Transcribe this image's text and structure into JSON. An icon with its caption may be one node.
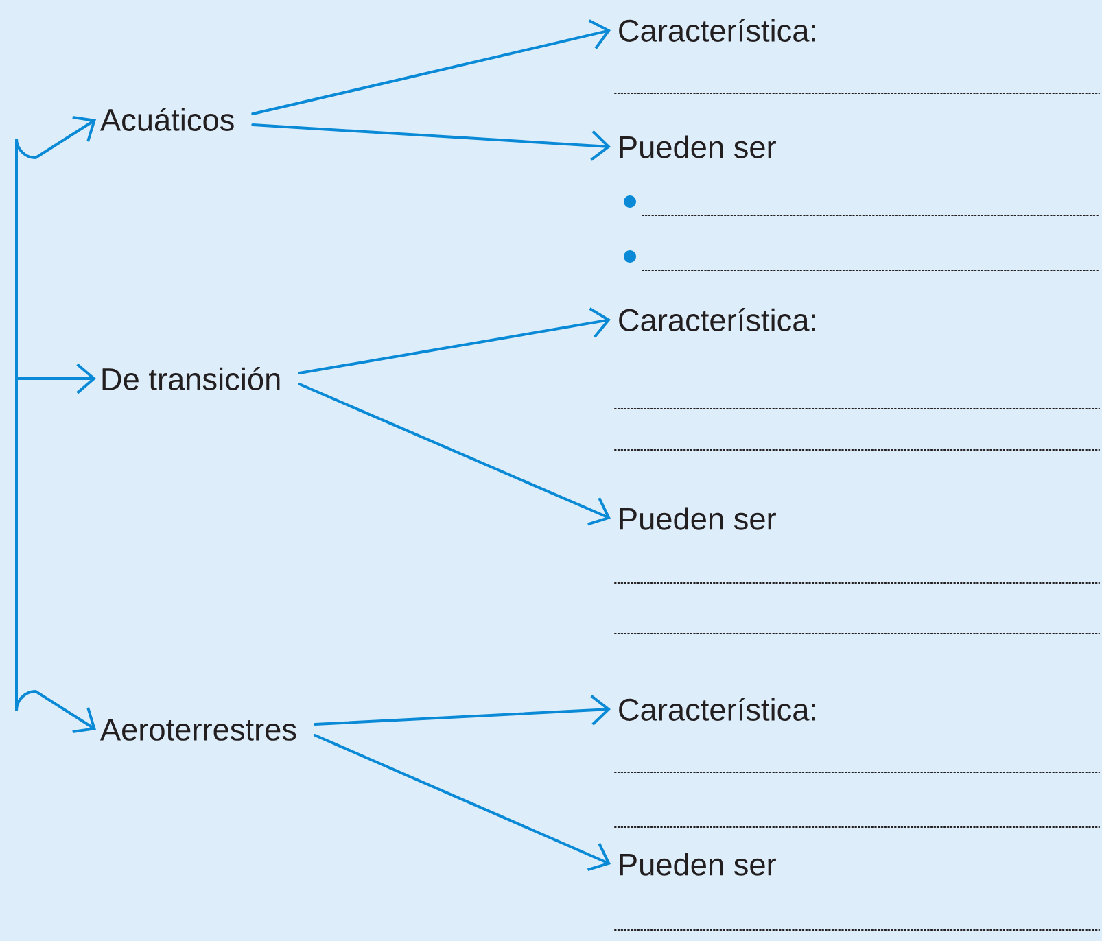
{
  "diagram": {
    "nodes": [
      {
        "text": [
          "Acuáticos"
        ]
      },
      {
        "text": [
          "De transición"
        ]
      },
      {
        "text": [
          "Aeroterrestres"
        ]
      },
      {
        "text": [
          "Característica:"
        ]
      },
      {
        "text": [
          "Pueden ser"
        ]
      },
      {
        "text": [
          "Característica:"
        ]
      },
      {
        "text": [
          "Pueden ser"
        ]
      },
      {
        "text": [
          "Característica:"
        ]
      },
      {
        "text": [
          "Pueden ser"
        ]
      }
    ],
    "edges": [
      {
        "from": null,
        "to": 0,
        "arrow": "to"
      },
      {
        "from": null,
        "to": 1,
        "arrow": "to"
      },
      {
        "from": null,
        "to": 2,
        "arrow": "to"
      },
      {
        "from": 0,
        "to": 3,
        "arrow": "to"
      },
      {
        "from": 0,
        "to": 4,
        "arrow": "to"
      },
      {
        "from": 1,
        "to": 5,
        "arrow": "to"
      },
      {
        "from": 1,
        "to": 6,
        "arrow": "to"
      },
      {
        "from": 2,
        "to": 7,
        "arrow": "to"
      },
      {
        "from": 2,
        "to": 8,
        "arrow": "to"
      }
    ]
  }
}
